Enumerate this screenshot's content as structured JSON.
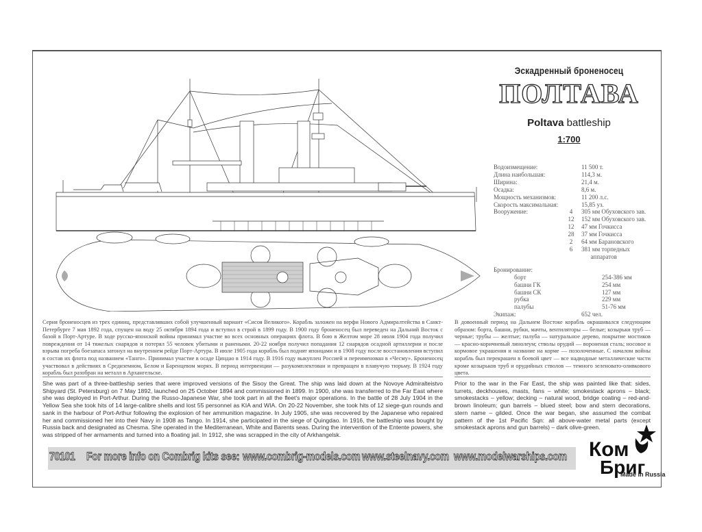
{
  "title": {
    "subtitle_ru": "Эскадренный броненосец",
    "name_ru": "ПОЛТАВА",
    "name_en_bold": "Poltava",
    "name_en_rest": " battleship",
    "scale": "1:700"
  },
  "specs": {
    "rows": [
      {
        "label": "Водоизмещение:",
        "qty": "",
        "value": "11 500 т."
      },
      {
        "label": "Длина наибольшая:",
        "qty": "",
        "value": "114,3 м."
      },
      {
        "label": "Ширина:",
        "qty": "",
        "value": "21,4 м."
      },
      {
        "label": "Осадка:",
        "qty": "",
        "value": "8,6 м."
      },
      {
        "label": "Мощность механизмов:",
        "qty": "",
        "value": "11 200 л.с."
      },
      {
        "label": "Скорость максимальная:",
        "qty": "",
        "value": "15,85 уз."
      },
      {
        "label": "Вооружение:",
        "qty": "4",
        "value": "305 мм Обуховского зав."
      },
      {
        "label": "",
        "qty": "12",
        "value": "152 мм Обуховского зав."
      },
      {
        "label": "",
        "qty": "12",
        "value": "47 мм Гочкисса"
      },
      {
        "label": "",
        "qty": "28",
        "value": "37 мм Гочкисса"
      },
      {
        "label": "",
        "qty": "2",
        "value": "64 мм Барановского"
      },
      {
        "label": "",
        "qty": "6",
        "value": "381 мм торпедных"
      },
      {
        "label": "",
        "qty": "",
        "value": "      аппаратов"
      }
    ],
    "armor_heading": "Бронирование:",
    "armor": [
      {
        "label": "борт",
        "value": "254-386 мм"
      },
      {
        "label": "башни ГК",
        "value": "254 мм"
      },
      {
        "label": "башни СК",
        "value": "127 мм"
      },
      {
        "label": "рубка",
        "value": "229 мм"
      },
      {
        "label": "палубы",
        "value": "51-76 мм"
      }
    ],
    "crew_label": "Экипаж:",
    "crew_value": "652 чел."
  },
  "text": {
    "history_ru": "Серия броненосцев из трех единиц, представлявших собой улучшенный вариант «Сисоя Великого». Корабль заложен на верфи Нового Адмиралтейства в Санкт-Петербурге 7 мая 1892 года, спущен на воду 25 октября 1894 года и вступил в строй в 1899 году. В 1900 году броненосец был переведен на Дальний Восток с базой в Порт-Артуре. В ходе русско-японской войны принимал участие во всех основных операциях флота. В бою в Желтом море 28 июля 1904 года получил повреждения от 14 тяжелых снарядов и потерял 55 человек убитыми и ранеными. 20-22 ноября получил попадания 12 снарядов осадной артиллерии и после взрыва погреба боезапаса затонул на внутреннем рейде Порт-Артура. В июле 1905 года корабль был поднят японцами и в 1908 году после восстановления вступил в состав их флота под названием «Танго». Принимал участие в осаде Циндао в 1914 году. В 1916 году выкуплен Россией и переименован в «Чесму». Броненосец участвовал в действиях в Средиземном, Белом и Баренцевом морях. В период интервенции — разукомплектован и превращен в плавучую тюрьму. В 1924 году корабль был разобран на металл в Архангельске.",
    "colors_ru": "В довоенный период на Дальнем Востоке корабль окрашивался следующим образом: борта, башни, рубки, мачты, вентиляторы — белые; козырьки труб — черные; трубы — желтые; палуба — натуральное дерево, покрытие мостиков — красно-коричневый линолеум; стволы орудий — вороненая сталь; носовое и кормовое украшения и название на корме — позолоченные. С началом войны корабль был перекрашен в боевой цвет — все надводные металлические части кроме козырьков труб и орудийных стволов — темного зеленовато-оливкового цвета.",
    "history_en": "She was part of a three-battleship series that were improved versions of the Sisoy the Great. The ship was laid down at the Novoye Admiralteistvo Shipyard (St. Petersburg) on 7 May 1892, launched on 25 October 1894 and commissioned in 1899. In 1900, she was transferred to the Far East where she was deployed in Port-Arthur. During the Russo-Japanese War, she took part in all the fleet's major operations. In the battle of 28 July 1904 in the Yellow Sea she took hits of 14 large-calibre shells and lost 55 personnel as KIA and WIA. On 20-22 November, she took hits of 12 siege-gun rounds and sank in the harbour of Port-Arthur following the explosion of her ammunition magazine. In July 1905, she was recovered by the Japanese who repaired her and commissioned her into their Navy in 1908 as Tango. In 1914, she participated in the siege of Quingdao. In 1916, the battleship was bought by Russia back and designated as Chesma. She operated in the Mediterranean, White and Barents seas. During the intervention of the Entente powers, she was stripped of her armaments and turned into a floating jail. In 1912, she was scrapped in the city of Arkhangelsk.",
    "colors_en": "Prior to the war in the Far East, the ship was painted like that: sides, turrets, deckhouses, masts, fans – white; smokestack aprons – black; smokestacks – yellow; decking – natural wood, bridge coating – red-and-brown linoleum; gun barrels – blued steel; bow and stern decorations, stern name – gilded. Once the war began, she assumed the combat pattern of the 1st Pacific Sqn: all above-water metal parts (except smokestack aprons and gun barrels) – dark olive-green."
  },
  "footer": {
    "kit_number": "70101",
    "more_info": "For more info on Combrig kits see:",
    "link1": "www.combrig-models.com",
    "link2": "www.steelnavy.com",
    "link3": "www.modelwarships.com"
  },
  "logo": {
    "line1": "Ком",
    "line2": "Бриг",
    "made_in": "Made in Russia"
  },
  "colors": {
    "ink": "#222222",
    "border": "#555555",
    "footer_band": "#d8d8d8"
  }
}
